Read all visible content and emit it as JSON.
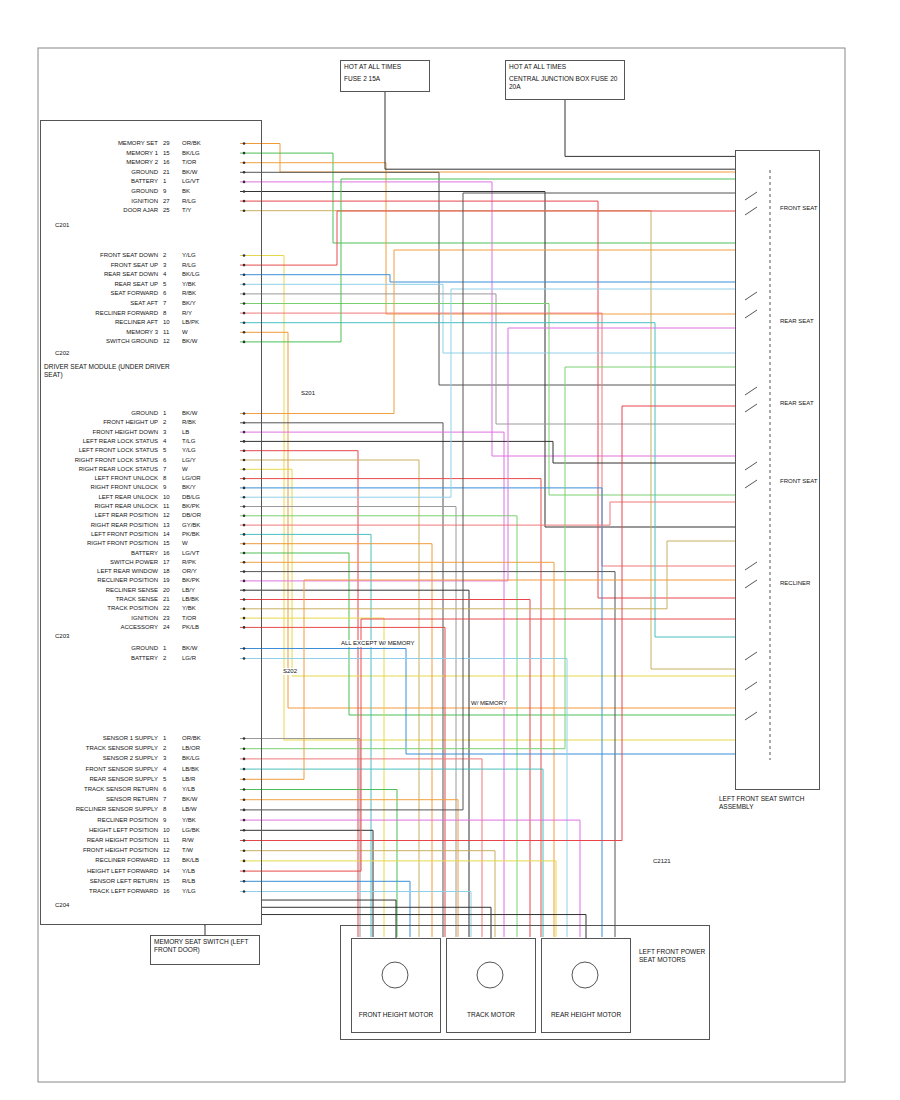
{
  "diagram": {
    "nodes": [
      {
        "text": [
          "DRIVER SEAT MODULE (UNDER DRIVER SEAT)"
        ]
      },
      {
        "text": [
          "HOT AT ALL TIMES",
          "FUSE 2 15A"
        ]
      },
      {
        "text": [
          "HOT AT ALL TIMES",
          "CENTRAL JUNCTION BOX FUSE 20 20A"
        ]
      },
      {
        "text": [
          "LEFT FRONT SEAT SWITCH ASSEMBLY"
        ]
      },
      {
        "text": [
          "LEFT FRONT POWER SEAT MOTORS"
        ]
      },
      {
        "text": [
          "FRONT HEIGHT MOTOR"
        ],
        "in": 4
      },
      {
        "text": [
          "TRACK MOTOR"
        ],
        "in": 4
      },
      {
        "text": [
          "REAR HEIGHT MOTOR"
        ],
        "in": 4
      },
      {
        "text": [
          "MEMORY SEAT SWITCH (LEFT FRONT DOOR)"
        ]
      }
    ],
    "edges": [
      {
        "from": 1,
        "to": 3,
        "arrow": "none"
      },
      {
        "from": 2,
        "to": 3,
        "arrow": "none"
      },
      {
        "from": 0,
        "to": 5,
        "arrow": "none"
      },
      {
        "from": 0,
        "to": 6,
        "arrow": "none"
      },
      {
        "from": 0,
        "to": 7,
        "arrow": "none"
      },
      {
        "from": 8,
        "to": 0,
        "arrow": "none"
      }
    ],
    "labels": [
      "MEMORY SET",
      "29",
      "OR/BK",
      "MEMORY 1",
      "15",
      "BK/LG",
      "MEMORY 2",
      "16",
      "T/OR",
      "GROUND",
      "21",
      "BK/W",
      "BATTERY",
      "1",
      "LG/VT",
      "GROUND",
      "9",
      "BK",
      "IGNITION",
      "27",
      "R/LG",
      "DOOR AJAR",
      "25",
      "T/Y",
      "FRONT SEAT DOWN",
      "2",
      "Y/LG",
      "FRONT SEAT UP",
      "3",
      "R/LG",
      "REAR SEAT DOWN",
      "4",
      "BK/LG",
      "REAR SEAT UP",
      "5",
      "Y/BK",
      "SEAT FORWARD",
      "6",
      "R/BK",
      "SEAT AFT",
      "7",
      "BK/Y",
      "RECLINER FORWARD",
      "8",
      "R/Y",
      "RECLINER AFT",
      "10",
      "LB/PK",
      "MEMORY 3",
      "11",
      "W",
      "SWITCH GROUND",
      "12",
      "BK/W",
      "GROUND",
      "1",
      "BK/W",
      "FRONT HEIGHT UP",
      "2",
      "R/BK",
      "FRONT HEIGHT DOWN",
      "3",
      "LB",
      "LEFT REAR LOCK STATUS",
      "4",
      "T/LG",
      "LEFT FRONT LOCK STATUS",
      "5",
      "Y/LG",
      "RIGHT FRONT LOCK STATUS",
      "6",
      "LG/Y",
      "RIGHT REAR LOCK STATUS",
      "7",
      "W",
      "LEFT FRONT UNLOCK",
      "8",
      "LG/OR",
      "RIGHT FRONT UNLOCK",
      "9",
      "BK/Y",
      "LEFT REAR UNLOCK",
      "10",
      "DB/LG",
      "RIGHT REAR UNLOCK",
      "11",
      "BK/PK",
      "LEFT REAR POSITION",
      "12",
      "DB/OR",
      "RIGHT REAR POSITION",
      "13",
      "GY/BK",
      "LEFT FRONT POSITION",
      "14",
      "PK/BK",
      "RIGHT FRONT POSITION",
      "15",
      "W",
      "BATTERY",
      "16",
      "LG/VT",
      "SWITCH POWER",
      "17",
      "R/PK",
      "LEFT REAR WINDOW",
      "18",
      "OR/Y",
      "RECLINER POSITION",
      "19",
      "BK/PK",
      "RECLINER SENSE",
      "20",
      "LB/Y",
      "TRACK SENSE",
      "21",
      "LB/BK",
      "TRACK POSITION",
      "22",
      "Y/BK",
      "IGNITION",
      "23",
      "T/OR",
      "ACCESSORY",
      "24",
      "PK/LB",
      "GROUND",
      "1",
      "BK/W",
      "BATTERY",
      "2",
      "LG/R",
      "SENSOR 1 SUPPLY",
      "1",
      "OR/BK",
      "TRACK SENSOR SUPPLY",
      "2",
      "LB/OR",
      "SENSOR 2 SUPPLY",
      "3",
      "BK/LG",
      "FRONT SENSOR SUPPLY",
      "4",
      "LB/BK",
      "REAR SENSOR SUPPLY",
      "5",
      "LB/R",
      "TRACK SENSOR RETURN",
      "6",
      "Y/LB",
      "SENSOR RETURN",
      "7",
      "BK/W",
      "RECLINER SENSOR SUPPLY",
      "8",
      "LB/W",
      "RECLINER POSITION",
      "9",
      "Y/BK",
      "HEIGHT LEFT POSITION",
      "10",
      "LG/BK",
      "REAR HEIGHT POSITION",
      "11",
      "R/W",
      "FRONT HEIGHT POSITION",
      "12",
      "T/W",
      "RECLINER FORWARD",
      "13",
      "BK/LB",
      "HEIGHT LEFT FORWARD",
      "14",
      "Y/LB",
      "SENSOR LEFT RETURN",
      "15",
      "R/LB",
      "TRACK LEFT FORWARD",
      "16",
      "Y/LG",
      "C201",
      "C202",
      "C203",
      "C204",
      "FRONT SEAT",
      "REAR SEAT",
      "REAR SEAT",
      "FRONT SEAT",
      "RECLINER",
      "S201",
      "S202",
      "ALL EXCEPT W/ MEMORY",
      "W/ MEMORY",
      "C2121"
    ]
  }
}
